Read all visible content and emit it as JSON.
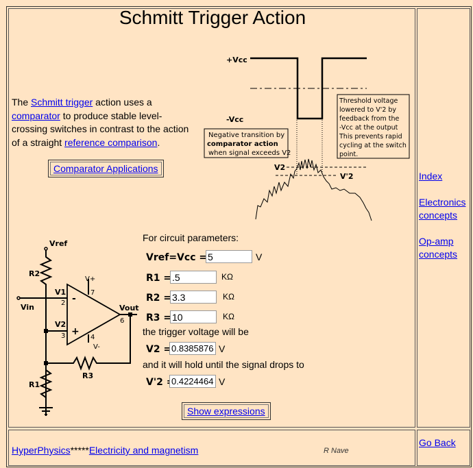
{
  "title": "Schmitt Trigger Action",
  "intro": {
    "t1": "The ",
    "link_schmitt": "Schmitt trigger",
    "t2": " action uses a ",
    "link_comparator": "comparator",
    "t3": " to produce stable level-crossing switches in contrast to the action of a straight ",
    "link_reference": "reference comparison",
    "t4": "."
  },
  "comparator_button": "Comparator Applications",
  "diagram": {
    "plus_vcc": "+Vcc",
    "minus_vcc": "-Vcc",
    "note_left": [
      "Negative transition by",
      "comparator action",
      "when signal exceeds V2"
    ],
    "note_right": [
      "Threshold voltage",
      "lowered to V'2 by",
      "feedback from the",
      "-Vcc at the output",
      "This prevents rapid",
      "cycling at the switch",
      "point."
    ],
    "v2": "V2",
    "v2_prime": "V'2"
  },
  "circuit": {
    "vref": "Vref",
    "vin": "Vin",
    "vout": "Vout",
    "r1": "R1",
    "r2": "R2",
    "r3": "R3",
    "v1": "V1",
    "v2": "V2",
    "vplus": "V+",
    "vminus": "V-",
    "pin2": "2",
    "pin3": "3",
    "pin4": "4",
    "pin6": "6",
    "pin7": "7",
    "minus": "-",
    "plus": "+"
  },
  "form": {
    "heading": "For circuit parameters:",
    "vref_label": "Vref=Vcc =",
    "vref_value": "5",
    "vref_unit": "V",
    "r1_label": "R1 =",
    "r1_value": ".5",
    "r1_unit": "KΩ",
    "r2_label": "R2 =",
    "r2_value": "3.3",
    "r2_unit": "KΩ",
    "r3_label": "R3 =",
    "r3_value": "10",
    "r3_unit": "KΩ",
    "trigger_text": "the trigger voltage will be",
    "v2_label": "V2 =",
    "v2_value": "0.83858764",
    "v2_unit": "V",
    "hold_text": "and it will hold until the signal drops to",
    "v2p_label": "V'2 =",
    "v2p_value": "0.42244640",
    "v2p_unit": "V"
  },
  "show_expressions": "Show expressions",
  "sidebar": {
    "index": "Index",
    "electronics": "Electronics concepts",
    "opamp": "Op-amp concepts"
  },
  "footer": {
    "hyperphysics": "HyperPhysics",
    "stars": "*****",
    "em": "Electricity and magnetism",
    "author": "R Nave",
    "go_back": "Go Back"
  }
}
